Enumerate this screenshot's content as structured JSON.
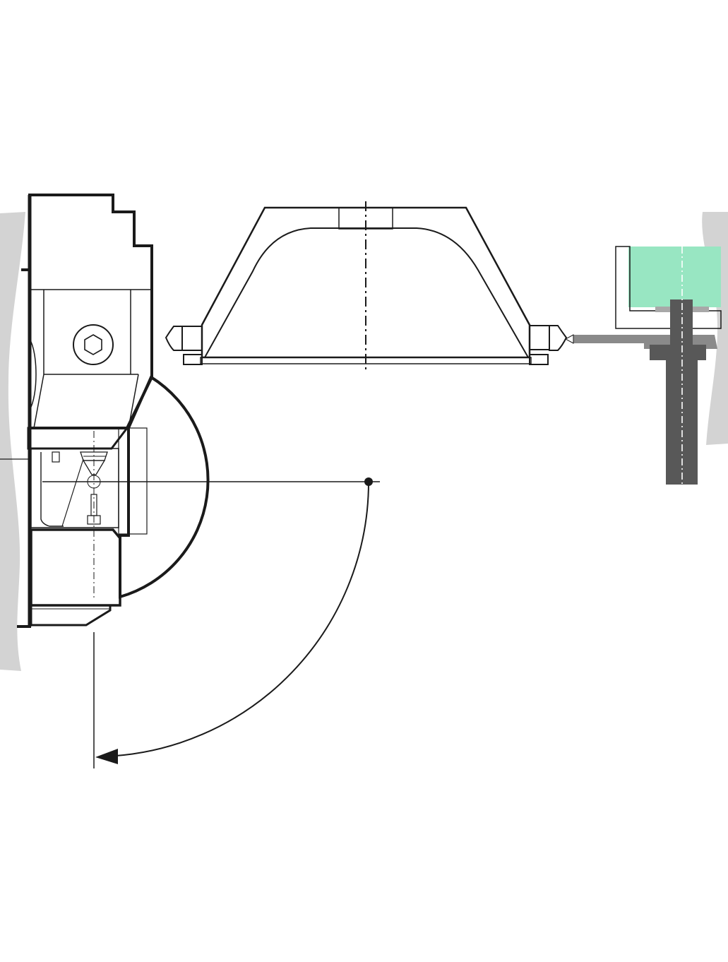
{
  "diagram": {
    "labels": [],
    "colors": {
      "machine_body": "#d3d3d3",
      "workpiece_outer": "#7aa1b8",
      "workpiece_inner": "#c2d9eb",
      "clamp_jaw": "#a89a7c",
      "clamp_yellow": "#f2c531",
      "base_strip": "#fde38a",
      "fixture_green": "#2dbf74",
      "fixture_green_light": "#98e6c2",
      "probe_dark": "#585858",
      "probe_arm": "#8a8a8a",
      "probe_tip": "#2dbf74",
      "tool_tip": "#f5deb3",
      "outline": "#1a1a1a"
    },
    "parts": {
      "left_machine": "machine-column",
      "spindle_head": "swivel-spindle-head",
      "workpiece": "conical-workpiece",
      "right_fixture": "touch-probe-station",
      "rotation": "swivel-rotation-arrow"
    }
  }
}
